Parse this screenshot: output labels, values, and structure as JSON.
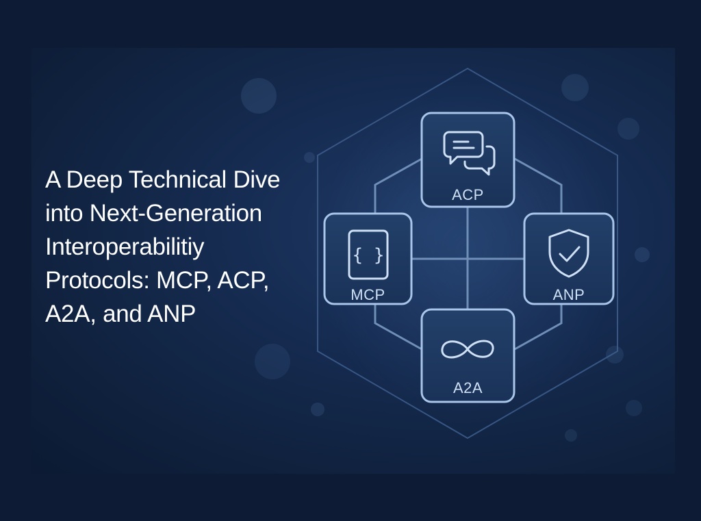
{
  "title": {
    "lines": [
      "A Deep Technical Dive",
      "into Next-Generation",
      "Interoperabilitiy",
      "Protocols: MCP, ACP,",
      "A2A, and ANP"
    ]
  },
  "nodes": {
    "acp": {
      "label": "ACP",
      "icon": "chat-bubbles-icon"
    },
    "mcp": {
      "label": "MCP",
      "icon": "curly-braces-icon"
    },
    "anp": {
      "label": "ANP",
      "icon": "shield-check-icon"
    },
    "a2a": {
      "label": "A2A",
      "icon": "infinity-icon"
    }
  },
  "colors": {
    "background": "#0e1b34",
    "node_fill": "#1d3558",
    "node_stroke": "#a9c6ea",
    "connector": "#6f8fb8",
    "text": "#ffffff"
  }
}
